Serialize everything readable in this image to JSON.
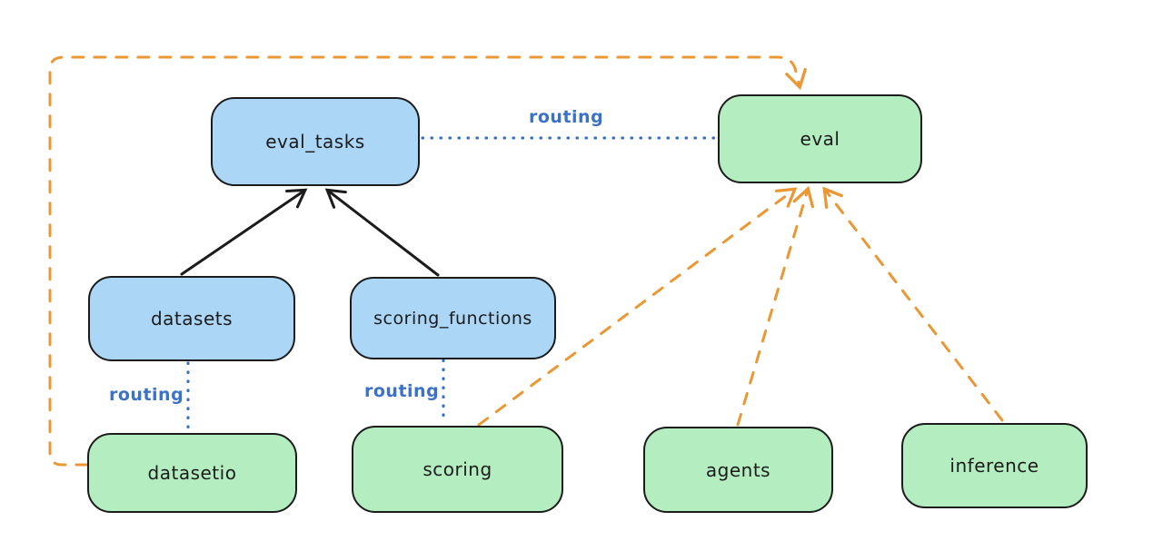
{
  "diagram": {
    "colors": {
      "api_fill_blue": "#abd6f6",
      "provider_fill_green": "#b4edc0",
      "node_stroke": "#1c1c1c",
      "routing_blue": "#3b72c8",
      "provider_arrow_orange": "#ea9734",
      "solid_arrow_black": "#1c1c1c"
    },
    "nodes": [
      {
        "id": "eval_tasks",
        "label": "eval_tasks",
        "fill": "blue"
      },
      {
        "id": "eval",
        "label": "eval",
        "fill": "green"
      },
      {
        "id": "datasets",
        "label": "datasets",
        "fill": "blue"
      },
      {
        "id": "scoring_functions",
        "label": "scoring_functions",
        "fill": "blue"
      },
      {
        "id": "datasetio",
        "label": "datasetio",
        "fill": "green"
      },
      {
        "id": "scoring",
        "label": "scoring",
        "fill": "green"
      },
      {
        "id": "agents",
        "label": "agents",
        "fill": "green"
      },
      {
        "id": "inference",
        "label": "inference",
        "fill": "green"
      }
    ],
    "edges": [
      {
        "from": "datasets",
        "to": "eval_tasks",
        "style": "solid-arrow",
        "color": "#1c1c1c",
        "label": ""
      },
      {
        "from": "scoring_functions",
        "to": "eval_tasks",
        "style": "solid-arrow",
        "color": "#1c1c1c",
        "label": ""
      },
      {
        "from": "eval_tasks",
        "to": "eval",
        "style": "dotted",
        "color": "#3b72c8",
        "label": "routing"
      },
      {
        "from": "datasets",
        "to": "datasetio",
        "style": "dotted",
        "color": "#3b72c8",
        "label": "routing"
      },
      {
        "from": "scoring_functions",
        "to": "scoring",
        "style": "dotted",
        "color": "#3b72c8",
        "label": "routing"
      },
      {
        "from": "datasetio",
        "to": "eval",
        "style": "dashed-arrow",
        "color": "#ea9734",
        "label": ""
      },
      {
        "from": "scoring",
        "to": "eval",
        "style": "dashed-arrow",
        "color": "#ea9734",
        "label": ""
      },
      {
        "from": "agents",
        "to": "eval",
        "style": "dashed-arrow",
        "color": "#ea9734",
        "label": ""
      },
      {
        "from": "inference",
        "to": "eval",
        "style": "dashed-arrow",
        "color": "#ea9734",
        "label": ""
      }
    ]
  }
}
